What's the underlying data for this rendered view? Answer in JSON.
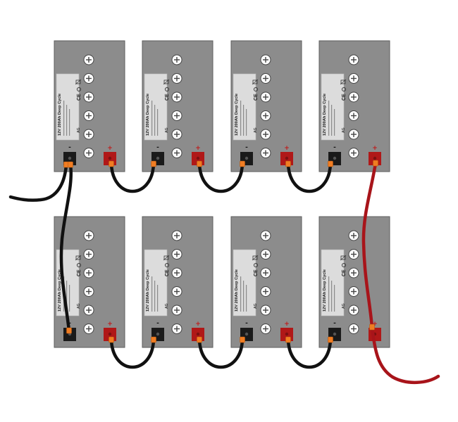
{
  "battery": {
    "title": "12V 200Ah Deep Cycle",
    "type_code": "AG",
    "cert_mark": "CE",
    "negative_sign": "-",
    "positive_sign": "+"
  },
  "batteries": [
    {
      "row": 0,
      "col": 0
    },
    {
      "row": 0,
      "col": 1
    },
    {
      "row": 0,
      "col": 2
    },
    {
      "row": 0,
      "col": 3
    },
    {
      "row": 1,
      "col": 0
    },
    {
      "row": 1,
      "col": 1
    },
    {
      "row": 1,
      "col": 2
    },
    {
      "row": 1,
      "col": 3
    }
  ],
  "colors": {
    "case": "#8c8c8c",
    "case_stroke": "#5e5e5e",
    "label": "#dcdcdc",
    "negative_terminal": "#1a1a1a",
    "positive_terminal": "#b01818",
    "lug": "#f07d23",
    "black_cable": "#111111",
    "red_cable": "#a8141a"
  }
}
